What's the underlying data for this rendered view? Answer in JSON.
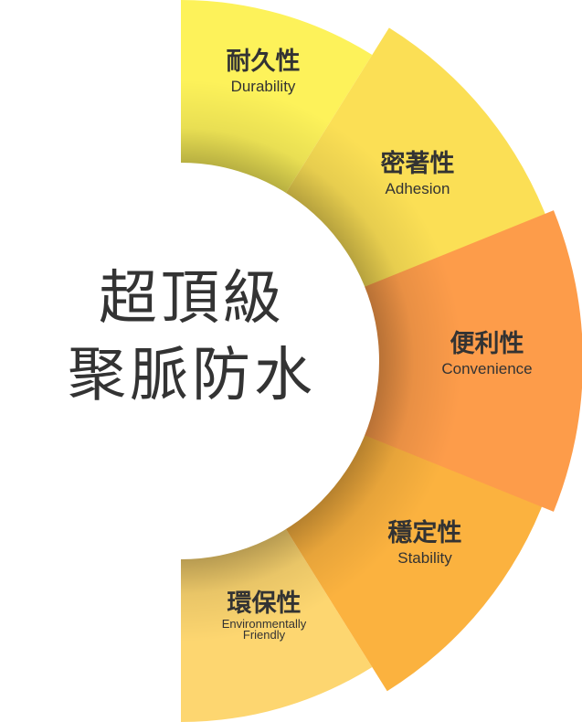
{
  "title": {
    "line1": "超頂級",
    "line2": "聚脈防水"
  },
  "segments": [
    {
      "zh": "耐久性",
      "en": "Durability",
      "color": "#fdf25a"
    },
    {
      "zh": "密著性",
      "en": "Adhesion",
      "color": "#fbdf55"
    },
    {
      "zh": "便利性",
      "en": "Convenience",
      "color": "#fd9c4a"
    },
    {
      "zh": "穩定性",
      "en": "Stability",
      "color": "#fbb23f"
    },
    {
      "zh": "環保性",
      "en": "Environmentally",
      "en2": "Friendly",
      "color": "#fdd670"
    }
  ]
}
